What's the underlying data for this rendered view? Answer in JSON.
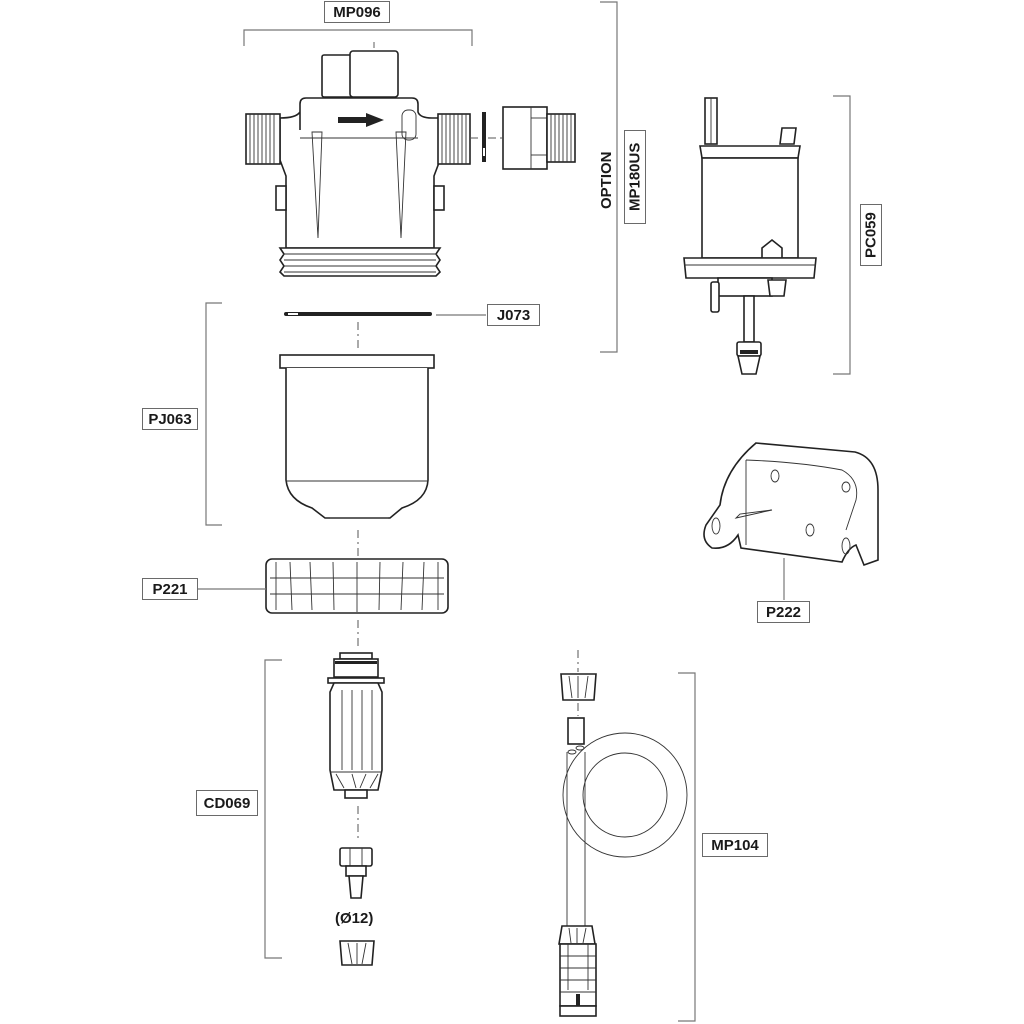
{
  "diagram": {
    "type": "exploded-parts-view",
    "parts": {
      "mp096": {
        "label": "MP096"
      },
      "option": {
        "label": "OPTION"
      },
      "mp180us": {
        "label": "MP180US"
      },
      "pc059": {
        "label": "PC059"
      },
      "j073": {
        "label": "J073"
      },
      "pj063": {
        "label": "PJ063"
      },
      "p221": {
        "label": "P221"
      },
      "p222": {
        "label": "P222"
      },
      "cd069": {
        "label": "CD069"
      },
      "diameter_note": {
        "label": "(Ø12)"
      },
      "mp104": {
        "label": "MP104"
      }
    },
    "colors": {
      "line": "#222222",
      "bracket": "#777777",
      "label_border": "#6a6a6a",
      "background": "#ffffff"
    }
  }
}
